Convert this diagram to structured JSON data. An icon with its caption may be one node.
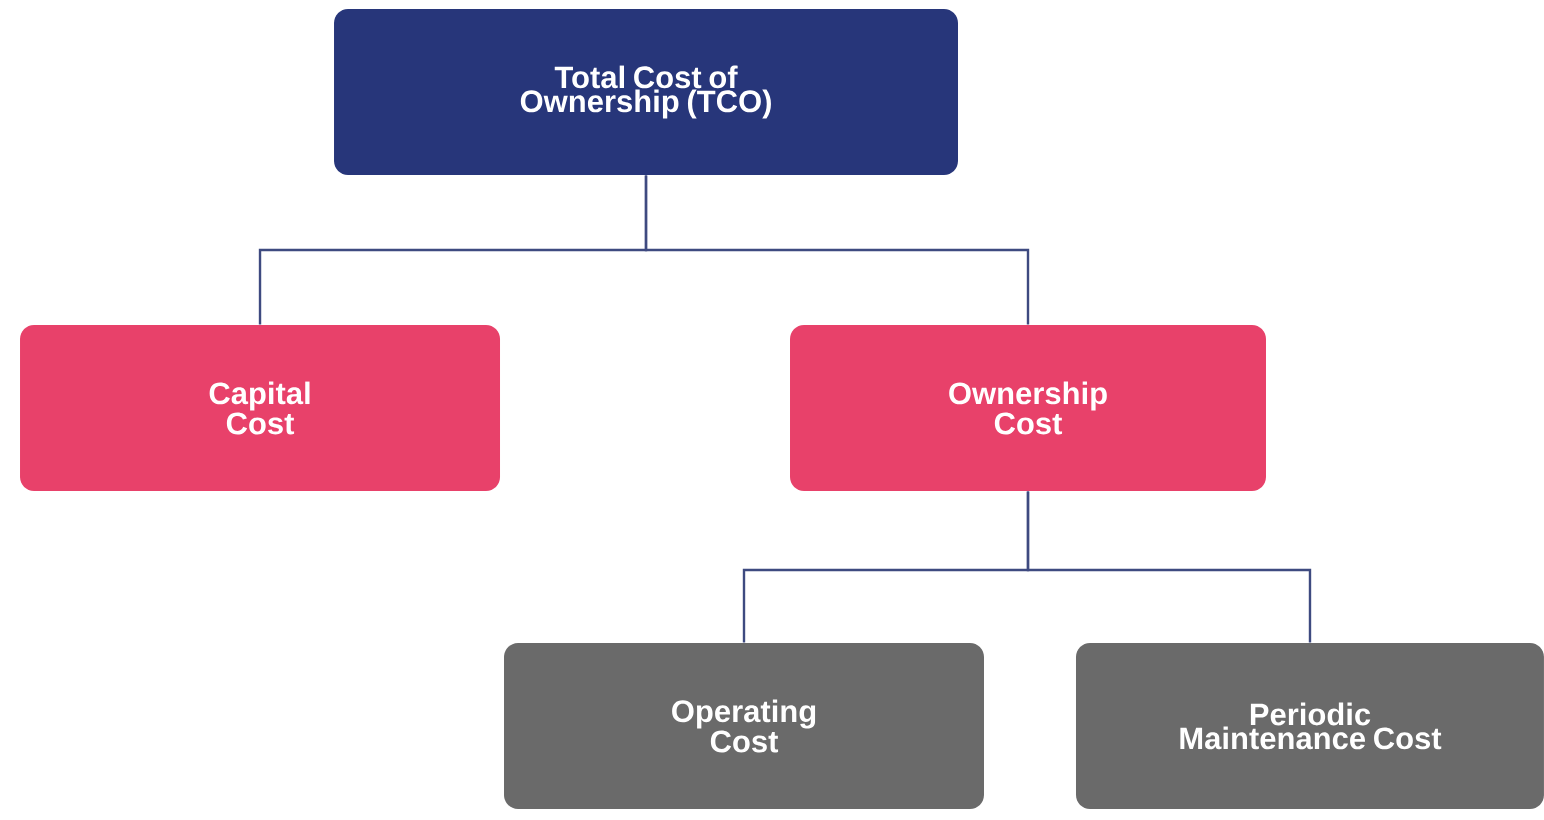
{
  "diagram": {
    "nodes": [
      {
        "text": [
          "Total Cost of Ownership (TCO)"
        ]
      },
      {
        "text": [
          "Capital Cost"
        ]
      },
      {
        "text": [
          "Ownership Cost"
        ]
      },
      {
        "text": [
          "Operating Cost"
        ]
      },
      {
        "text": [
          "Periodic Maintenance Cost"
        ]
      }
    ],
    "edges": [
      {
        "from": 0,
        "to": 1,
        "arrow": "none"
      },
      {
        "from": 0,
        "to": 2,
        "arrow": "none"
      },
      {
        "from": 2,
        "to": 3,
        "arrow": "none"
      },
      {
        "from": 2,
        "to": 4,
        "arrow": "none"
      }
    ]
  }
}
